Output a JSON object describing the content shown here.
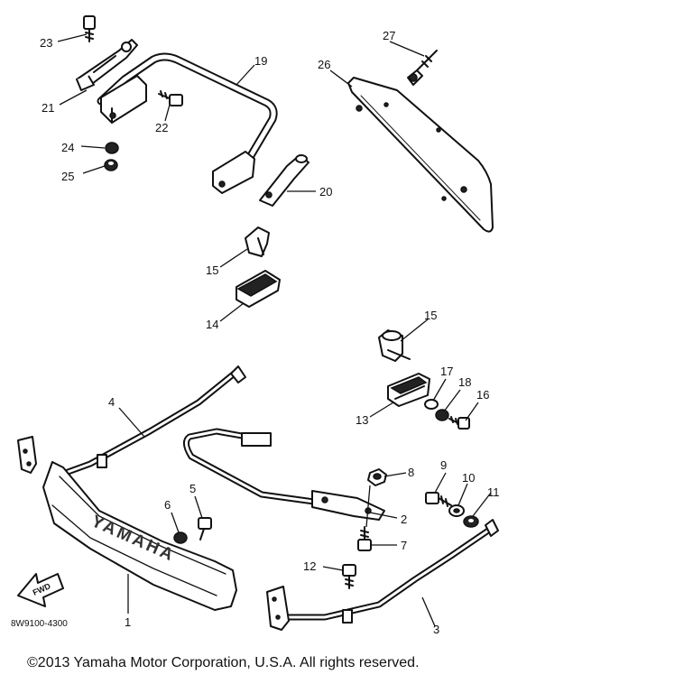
{
  "diagram": {
    "code_label": "8W9100-4300",
    "arrow_label": "FWD",
    "cover_logo_text": "YAMAHA",
    "callouts": [
      "23",
      "21",
      "24",
      "25",
      "22",
      "19",
      "26",
      "27",
      "20",
      "15",
      "14",
      "15",
      "13",
      "17",
      "18",
      "16",
      "4",
      "6",
      "5",
      "8",
      "9",
      "10",
      "11",
      "2",
      "7",
      "12",
      "3",
      "1"
    ]
  },
  "footer": {
    "copyright": "©2013 Yamaha Motor Corporation, U.S.A. All rights reserved."
  }
}
